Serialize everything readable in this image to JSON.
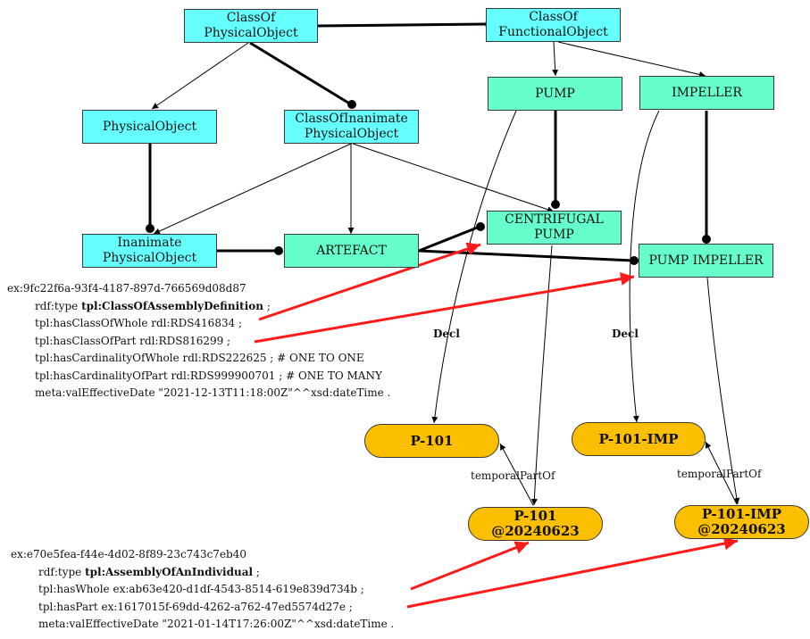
{
  "colors": {
    "class_node": "#66ffff",
    "functional_node": "#66ffcc",
    "individual_node": "#fbbf00",
    "reference_arrow": "#ff1a1a",
    "edge": "#000000"
  },
  "nodes": {
    "class_of_physical_object": "ClassOf\nPhysicalObject",
    "class_of_functional_object": "ClassOf\nFunctionalObject",
    "physical_object": "PhysicalObject",
    "class_of_inanimate_physical_object": "ClassOfInanimate\nPhysicalObject",
    "pump": "PUMP",
    "impeller": "IMPELLER",
    "inanimate_physical_object": "Inanimate\nPhysicalObject",
    "artefact": "ARTEFACT",
    "centrifugal_pump": "CENTRIFUGAL\nPUMP",
    "pump_impeller": "PUMP IMPELLER",
    "p101": "P-101",
    "p101_imp": "P-101-IMP",
    "p101_temporal": "P-101\n@20240623",
    "p101_imp_temporal": "P-101-IMP\n@20240623"
  },
  "edge_labels": {
    "decl_1": "Decl",
    "decl_2": "Decl",
    "temporal_1": "temporalPartOf",
    "temporal_2": "temporalPartOf"
  },
  "assembly_definition": {
    "subject": "ex:9fc22f6a-93f4-4187-897d-766569d08d87",
    "type_prefix": "rdf:type ",
    "type_value": "tpl:ClassOfAssemblyDefinition",
    "type_suffix": " ;",
    "has_class_of_whole": "tpl:hasClassOfWhole rdl:RDS416834  ;",
    "has_class_of_part": "tpl:hasClassOfPart rdl:RDS816299  ;",
    "cardinality_of_whole": "tpl:hasCardinalityOfWhole rdl:RDS222625 ; # ONE TO ONE",
    "cardinality_of_part": "tpl:hasCardinalityOfPart rdl:RDS999900701 ; # ONE TO MANY",
    "effective_date": "meta:valEffectiveDate \"2021-12-13T11:18:00Z\"^^xsd:dateTime ."
  },
  "assembly_individual": {
    "subject": "ex:e70e5fea-f44e-4d02-8f89-23c743c7eb40",
    "type_prefix": "rdf:type ",
    "type_value": "tpl:AssemblyOfAnIndividual",
    "type_suffix": " ;",
    "has_whole": "tpl:hasWhole ex:ab63e420-d1df-4543-8514-619e839d734b ;",
    "has_part": "tpl:hasPart ex:1617015f-69dd-4262-a762-47ed5574d27e ;",
    "effective_date": "meta:valEffectiveDate \"2021-01-14T17:26:00Z\"^^xsd:dateTime ."
  }
}
